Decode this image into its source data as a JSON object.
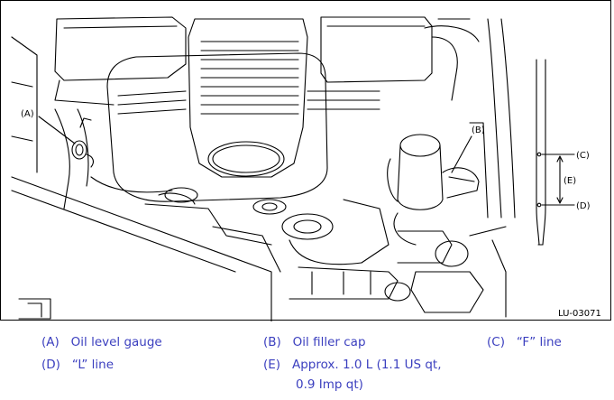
{
  "figure": {
    "id": "LU-03071",
    "callouts": {
      "a": "(A)",
      "b": "(B)",
      "c": "(C)",
      "d": "(D)",
      "e": "(E)"
    }
  },
  "legend": {
    "a_key": "(A)",
    "a_text": "Oil level gauge",
    "b_key": "(B)",
    "b_text": "Oil filler cap",
    "c_key": "(C)",
    "c_text": "“F” line",
    "d_key": "(D)",
    "d_text": "“L” line",
    "e_key": "(E)",
    "e_text_line1": "Approx. 1.0 L (1.1 US qt,",
    "e_text_line2": "0.9 Imp qt)"
  },
  "colors": {
    "legend_text": "#3b3fbf",
    "line_art": "#000000"
  }
}
